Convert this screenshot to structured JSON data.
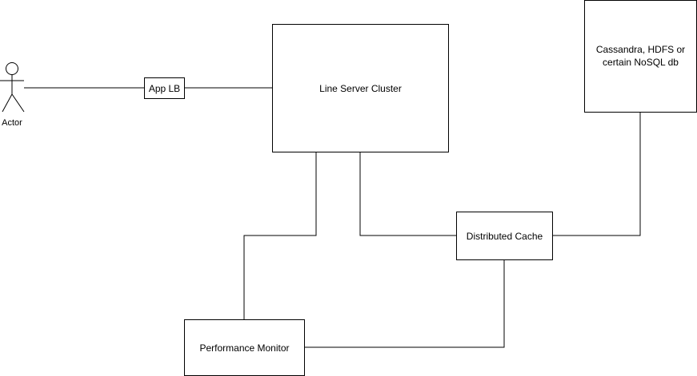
{
  "diagram": {
    "actor": {
      "label": "Actor"
    },
    "nodes": {
      "app_lb": {
        "label": "App LB"
      },
      "line_server_cluster": {
        "label": "Line Server Cluster"
      },
      "storage": {
        "label": "Cassandra, HDFS or\ncertain NoSQL db"
      },
      "distributed_cache": {
        "label": "Distributed Cache"
      },
      "performance_monitor": {
        "label": "Performance Monitor"
      }
    }
  }
}
